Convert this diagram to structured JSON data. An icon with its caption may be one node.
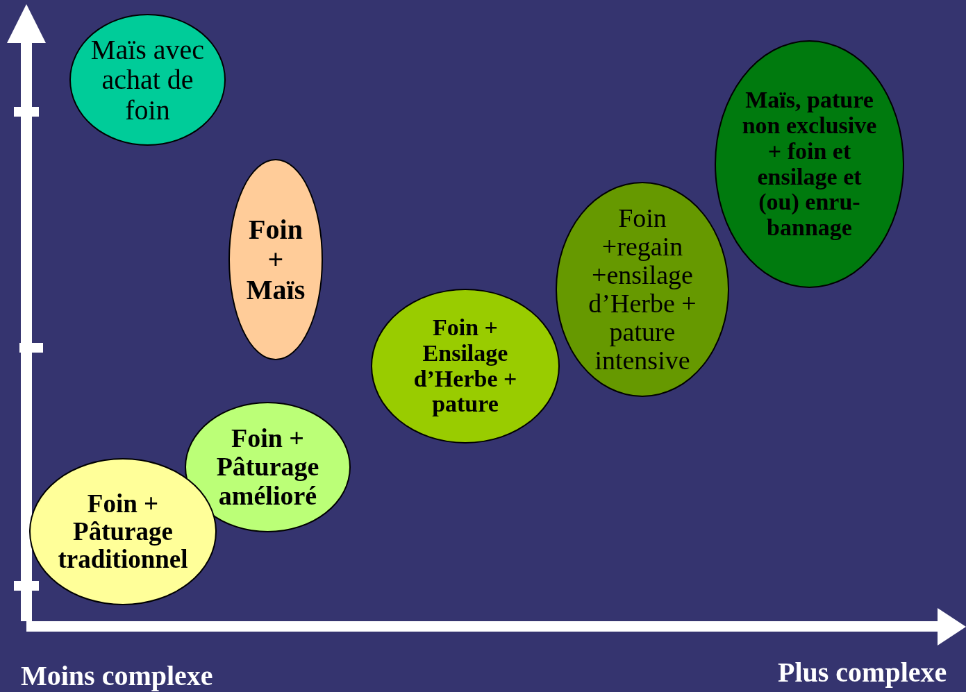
{
  "diagram": {
    "nodes": [
      {
        "text": [
          "Maïs avec achat de foin"
        ]
      },
      {
        "text": [
          "Maïs, pature non exclusive + foin et ensilage et (ou) enru- bannage"
        ]
      },
      {
        "text": [
          "Foin + Maïs"
        ]
      },
      {
        "text": [
          "Foin +regain +ensilage d’Herbe + pature intensive"
        ]
      },
      {
        "text": [
          "Foin + Ensilage d’Herbe + pature"
        ]
      },
      {
        "text": [
          "Foin + Pâturage amélioré"
        ]
      },
      {
        "text": [
          "Foin + Pâturage traditionnel"
        ]
      }
    ],
    "edges": [],
    "labels": [
      "Moins complexe",
      "Plus complexe"
    ]
  }
}
